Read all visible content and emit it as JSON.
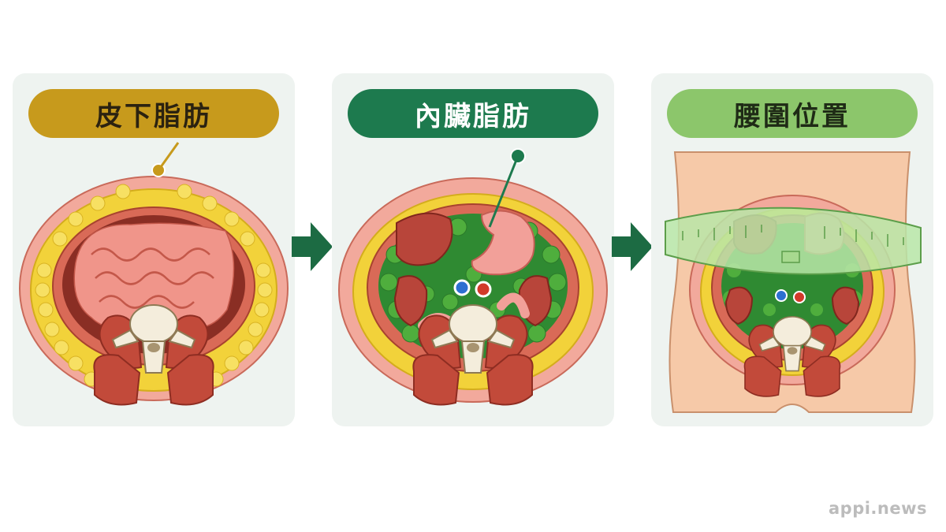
{
  "panels": [
    {
      "label": "皮下脂肪",
      "pill_color": "#c79a1c",
      "text_color": "#2b2210"
    },
    {
      "label": "內臟脂肪",
      "pill_color": "#1d7a4e",
      "text_color": "#ffffff"
    },
    {
      "label": "腰圍位置",
      "pill_color": "#8cc66b",
      "text_color": "#1f2b16"
    }
  ],
  "arrow_color": "#1c6b43",
  "watermark": "appi.news"
}
